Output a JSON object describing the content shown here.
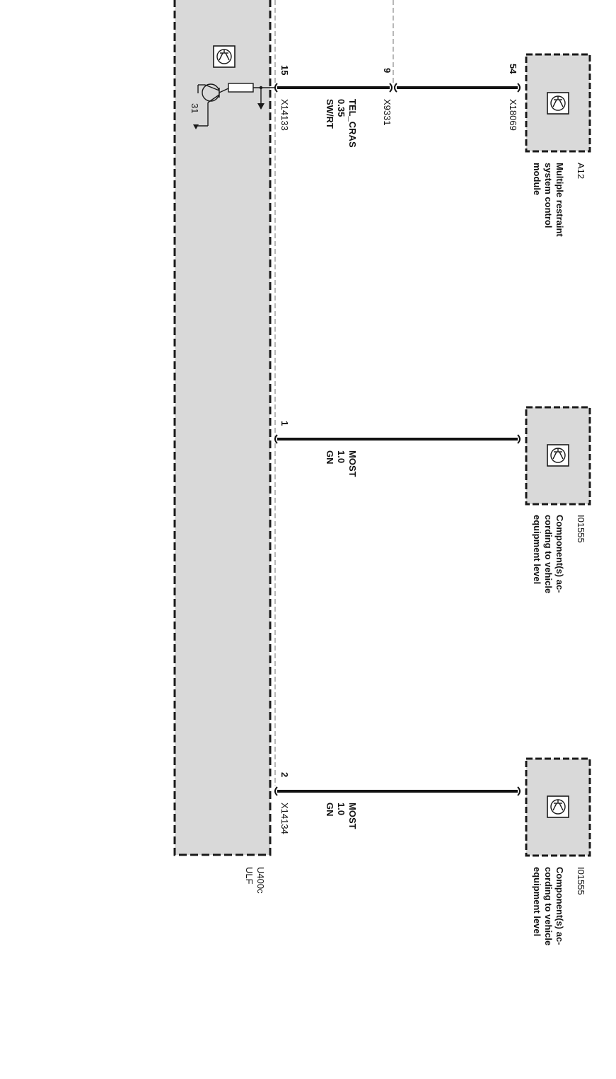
{
  "colors": {
    "module_fill": "#d9d9d9",
    "outline": "#1a1a1a",
    "wire": "#111111",
    "background": "#ffffff"
  },
  "icon_names": [
    "module-symbol-icon",
    "transistor-symbol-icon",
    "resistor-symbol-icon",
    "ground-arrow-icon",
    "terminal-hook-icon"
  ],
  "main_module": {
    "id": "U400c",
    "name": "ULF",
    "ground_terminal": "31"
  },
  "components": [
    {
      "id": "A12",
      "desc_lines": [
        "Multiple restraint",
        "system control",
        "module"
      ],
      "pin": "54",
      "connector": "X18069"
    },
    {
      "id": "I01555",
      "desc_lines": [
        "Component(s) ac-",
        "cording to vehicle",
        "equipment level"
      ]
    },
    {
      "id": "I01555",
      "desc_lines": [
        "Component(s) ac-",
        "cording to vehicle",
        "equipment level"
      ]
    }
  ],
  "wires": [
    {
      "module_pin": "15",
      "module_connector": "X14133",
      "signal": "TEL_CRAS",
      "gauge": "0.35",
      "color": "SW/RT",
      "splice_pin": "9",
      "splice_connector": "X9331"
    },
    {
      "module_pin": "1",
      "signal": "MOST",
      "gauge": "1.0",
      "color": "GN"
    },
    {
      "module_pin": "2",
      "module_connector": "X14134",
      "signal": "MOST",
      "gauge": "1.0",
      "color": "GN"
    }
  ]
}
